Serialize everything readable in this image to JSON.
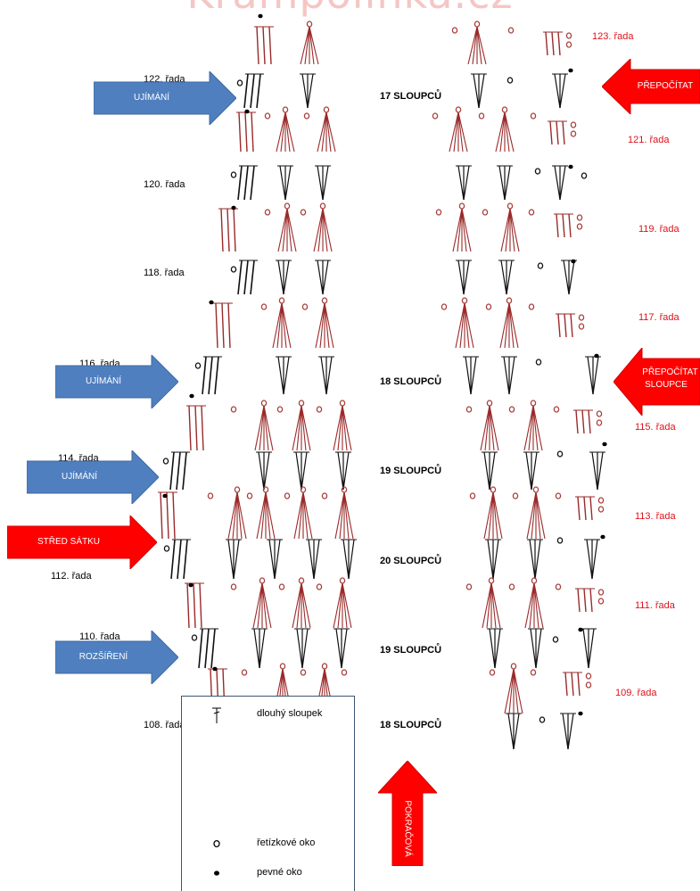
{
  "watermark": "Krampolinka.cz",
  "row_labels": [
    {
      "text": "123. řada",
      "red": true
    },
    {
      "text": "122. řada",
      "red": false
    },
    {
      "text": "121. řada",
      "red": true
    },
    {
      "text": "120. řada",
      "red": false
    },
    {
      "text": "119. řada",
      "red": true
    },
    {
      "text": "118. řada",
      "red": false
    },
    {
      "text": "117. řada",
      "red": true
    },
    {
      "text": "116. řada",
      "red": false
    },
    {
      "text": "115. řada",
      "red": true
    },
    {
      "text": "114. řada",
      "red": false
    },
    {
      "text": "113. řada",
      "red": true
    },
    {
      "text": "112. řada",
      "red": false
    },
    {
      "text": "111. řada",
      "red": true
    },
    {
      "text": "110. řada",
      "red": false
    },
    {
      "text": "109. řada",
      "red": true
    },
    {
      "text": "108. řada",
      "red": false
    }
  ],
  "counts": [
    "17 SLOUPCŮ",
    "18 SLOUPCŮ",
    "19 SLOUPCŮ",
    "20 SLOUPCŮ",
    "19 SLOUPCŮ",
    "18 SLOUPCŮ"
  ],
  "arrows": {
    "ujimani_122": "UJÍMÁNÍ",
    "ujimani_116": "UJÍMÁNÍ",
    "ujimani_114": "UJÍMÁNÍ",
    "stred_satku": "STŘED SÁTKU",
    "rozsireni": "ROZŠÍŘENÍ",
    "prepocitat": "PŘEPOČÍTAT",
    "prepocitat_sloupce_1": "PŘEPOČÍTAT",
    "prepocitat_sloupce_2": "SLOUPCE",
    "pokracova": "POKRAČOVÁ"
  },
  "legend": {
    "items": [
      "dlouhý sloupek",
      "řetízkové oko",
      "pevné oko"
    ]
  },
  "colors": {
    "black_stitch": "#111111",
    "red_stitch": "#9b2a2a",
    "chain_red": "#a8403c",
    "label_red": "#e0121a",
    "arrow_blue": "#4f7fbf",
    "arrow_red": "#ff0000"
  }
}
